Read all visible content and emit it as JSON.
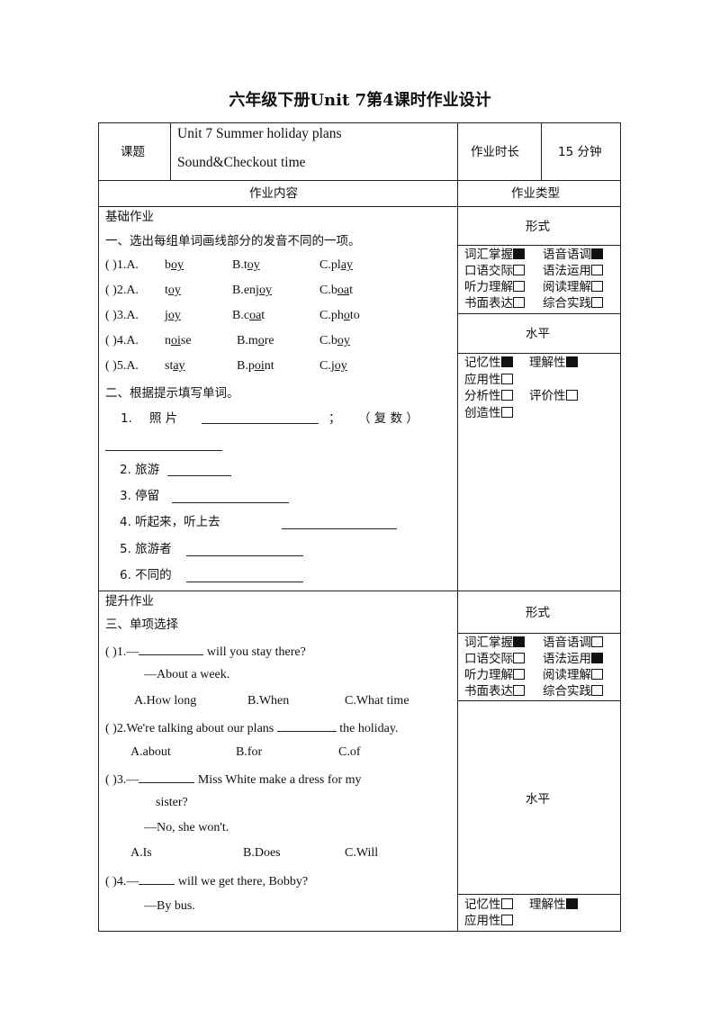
{
  "title": "六年级下册Unit  7第4课时作业设计",
  "header": {
    "topic_label": "课题",
    "topic_line1": "Unit  7  Summer  holiday  plans",
    "topic_line2": "Sound&Checkout  time",
    "time_label": "作业时长",
    "time_value": "15 分钟",
    "content_label": "作业内容",
    "type_label": "作业类型"
  },
  "basic": {
    "heading": "基础作业",
    "part1_title": "一、选出每组单词画线部分的发音不同的一项。",
    "q1": {
      "num": "(      )1.A.",
      "a_pre": "b",
      "a_u": "oy",
      "a_post": "",
      "b_pre": "B.t",
      "b_u": "oy",
      "b_post": "",
      "c_pre": "C.pl",
      "c_u": "ay",
      "c_post": ""
    },
    "q2": {
      "num": "(      )2.A.",
      "a_pre": "t",
      "a_u": "oy",
      "a_post": "",
      "b_pre": "B.enj",
      "b_u": "oy",
      "b_post": "",
      "c_pre": "C.b",
      "c_u": "oa",
      "c_post": "t"
    },
    "q3": {
      "num": "(      )3.A.",
      "a_pre": "j",
      "a_u": "oy",
      "a_post": "",
      "b_pre": "B.c",
      "b_u": "oa",
      "b_post": "t",
      "c_pre": "C.ph",
      "c_u": "o",
      "c_post": "to"
    },
    "q4": {
      "num": "(      )4.A.",
      "a_pre": "n",
      "a_u": "oi",
      "a_post": "se",
      "b_pre": "B.m",
      "b_u": "o",
      "b_post": "re",
      "c_pre": "C.b",
      "c_u": "oy",
      "c_post": ""
    },
    "q5": {
      "num": "(      )5.A.",
      "a_pre": "st",
      "a_u": "ay",
      "a_post": "",
      "b_pre": "B.p",
      "b_u": "oi",
      "b_post": "nt",
      "c_pre": "C.j",
      "c_u": "oy",
      "c_post": ""
    },
    "part2_title": "二、根据提示填写单词。",
    "w1_num": "1.",
    "w1_text": "照    片",
    "w1_semicolon": "；",
    "w1_hint": "（    复    数    ）",
    "w2": "2. 旅游",
    "w3": "3. 停留",
    "w4": "4. 听起来，听上去",
    "w5": "5. 旅游者",
    "w6": "6. 不同的"
  },
  "advanced": {
    "heading": "提升作业",
    "part3_title": "三、单项选择",
    "q1_pre": "(      )1.—",
    "q1_post": " will you stay there?",
    "q1_answer": "—About a week.",
    "q1_a": "A.How  long",
    "q1_b": "B.When",
    "q1_c": "C.What  time",
    "q2_pre": "(      )2.We're talking about our plans",
    "q2_post": " the holiday.",
    "q2_a": "A.about",
    "q2_b": "B.for",
    "q2_c": "C.of",
    "q3_pre": "(      )3.—",
    "q3_post": " Miss White make a dress for my",
    "q3_cont": "sister?",
    "q3_answer": "—No, she won't.",
    "q3_a": "A.Is",
    "q3_b": "B.Does",
    "q3_c": "C.Will",
    "q4_pre": "(      )4.—",
    "q4_post": "  will  we  get  there,  Bobby?",
    "q4_answer": "—By  bus."
  },
  "type_basic": {
    "form_label": "形式",
    "forms": [
      {
        "label": "词汇掌握",
        "checked": true
      },
      {
        "label": "语音语调",
        "checked": true
      },
      {
        "label": "口语交际",
        "checked": false
      },
      {
        "label": "语法运用",
        "checked": false
      },
      {
        "label": "听力理解",
        "checked": false
      },
      {
        "label": "阅读理解",
        "checked": false
      },
      {
        "label": "书面表达",
        "checked": false
      },
      {
        "label": "综合实践",
        "checked": false
      }
    ],
    "level_label": "水平",
    "levels": [
      {
        "label": "记忆性",
        "checked": true
      },
      {
        "label": "理解性",
        "checked": true
      },
      {
        "label": "应用性",
        "checked": false
      },
      {
        "label": "分析性",
        "checked": false
      },
      {
        "label": "评价性",
        "checked": false
      },
      {
        "label": "创造性",
        "checked": false
      }
    ]
  },
  "type_advanced": {
    "form_label": "形式",
    "forms": [
      {
        "label": "词汇掌握",
        "checked": true
      },
      {
        "label": "语音语调",
        "checked": false
      },
      {
        "label": "口语交际",
        "checked": false
      },
      {
        "label": "语法运用",
        "checked": true
      },
      {
        "label": "听力理解",
        "checked": false
      },
      {
        "label": "阅读理解",
        "checked": false
      },
      {
        "label": "书面表达",
        "checked": false
      },
      {
        "label": "综合实践",
        "checked": false
      }
    ],
    "level_label": "水平",
    "levels": [
      {
        "label": "记忆性",
        "checked": false
      },
      {
        "label": "理解性",
        "checked": true
      },
      {
        "label": "应用性",
        "checked": false
      }
    ]
  }
}
